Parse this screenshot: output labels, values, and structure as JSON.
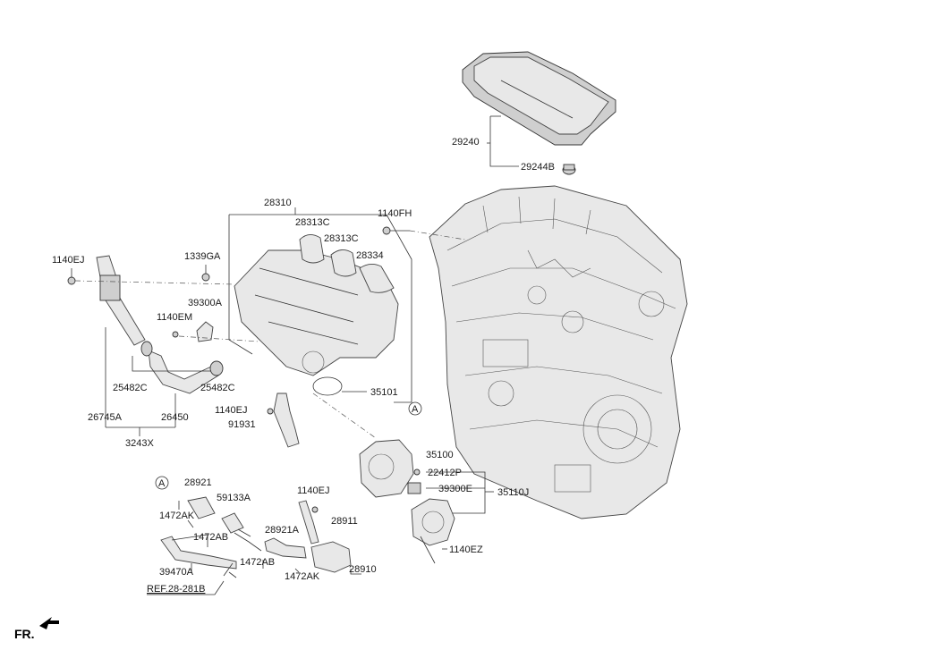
{
  "labels": {
    "p29240": "29240",
    "p29244B": "29244B",
    "p28310": "28310",
    "p28313C_a": "28313C",
    "p28313C_b": "28313C",
    "p28334": "28334",
    "p1140FH": "1140FH",
    "p1140EJ_a": "1140EJ",
    "p1339GA": "1339GA",
    "p39300A": "39300A",
    "p1140EM": "1140EM",
    "p25482C_a": "25482C",
    "p25482C_b": "25482C",
    "p35101": "35101",
    "p26745A": "26745A",
    "p26450": "26450",
    "p3243X": "3243X",
    "p1140EJ_b": "1140EJ",
    "p91931": "91931",
    "refA_a": "A",
    "p35100": "35100",
    "p22412P": "22412P",
    "p39300E": "39300E",
    "p35110J": "35110J",
    "refA_b": "A",
    "p28921": "28921",
    "p59133A": "59133A",
    "p1140EJ_c": "1140EJ",
    "p1472AK_a": "1472AK",
    "p28911": "28911",
    "p1472AB_a": "1472AB",
    "p28921A": "28921A",
    "p1472AB_b": "1472AB",
    "p39470A": "39470A",
    "p1472AK_b": "1472AK",
    "p28910": "28910",
    "p1140EZ": "1140EZ",
    "ref28281B": "REF.28-281B",
    "fr": "FR."
  },
  "colors": {
    "line": "#333333",
    "part_fill": "#e8e8e8",
    "part_dark": "#cfcfcf"
  }
}
